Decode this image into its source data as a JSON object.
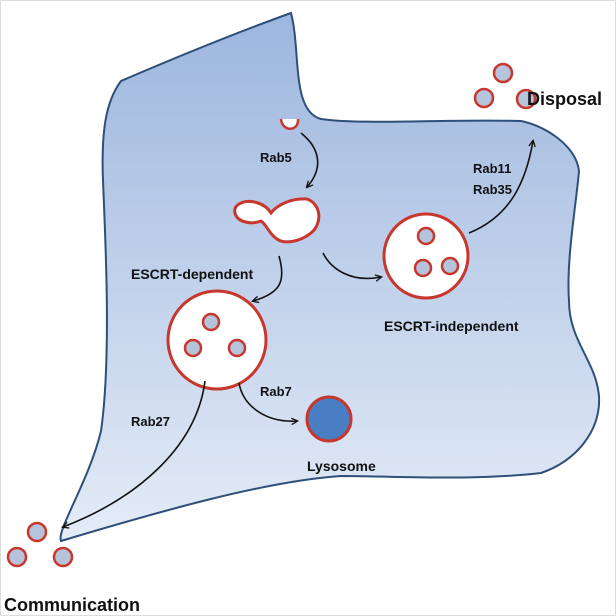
{
  "labels": {
    "disposal": "Disposal",
    "communication": "Communication",
    "rab5": "Rab5",
    "rab11": "Rab11",
    "rab35": "Rab35",
    "escrt_dependent": "ESCRT-dependent",
    "escrt_independent": "ESCRT-independent",
    "rab7": "Rab7",
    "rab27": "Rab27",
    "lysosome": "Lysosome"
  },
  "colors": {
    "cell_top": "#9db6de",
    "cell_bottom": "#e4ecf7",
    "cell_outline": "#2e4f7a",
    "membrane": "#c8372d",
    "vesicle_fill": "#b6c3dc",
    "lysosome_fill": "#4a7ec4",
    "arrow": "#111111"
  }
}
